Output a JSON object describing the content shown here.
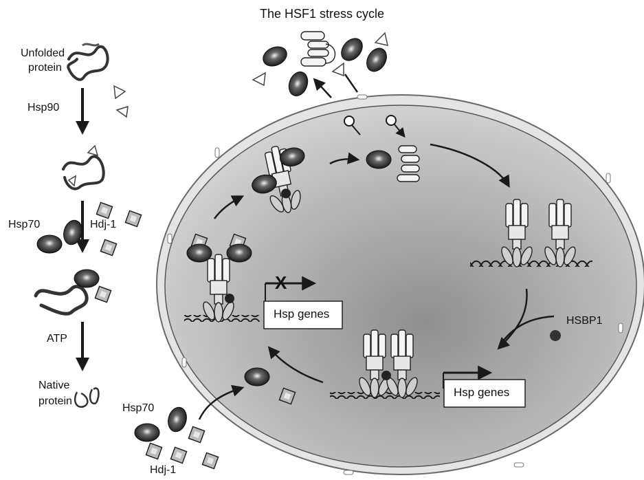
{
  "title": "The HSF1 stress cycle",
  "left_pathway": {
    "unfolded_label_line1": "Unfolded",
    "unfolded_label_line2": "protein",
    "hsp90_label": "Hsp90",
    "hsp70_label": "Hsp70",
    "hdj1_label": "Hdj-1",
    "atp_label": "ATP",
    "native_label_line1": "Native",
    "native_label_line2": "protein"
  },
  "cell": {
    "hsp_genes_inactive": "Hsp genes",
    "hsp_genes_active": "Hsp genes",
    "hsbp1_label": "HSBP1",
    "bottom_hsp70_label": "Hsp70",
    "bottom_hdj1_label": "Hdj-1",
    "repression_mark": "X"
  },
  "colors": {
    "ink": "#1a1a1a",
    "cell_fill": "#bdbdbd",
    "membrane": "#d9d9d9",
    "dna": "#3a3a3a"
  }
}
